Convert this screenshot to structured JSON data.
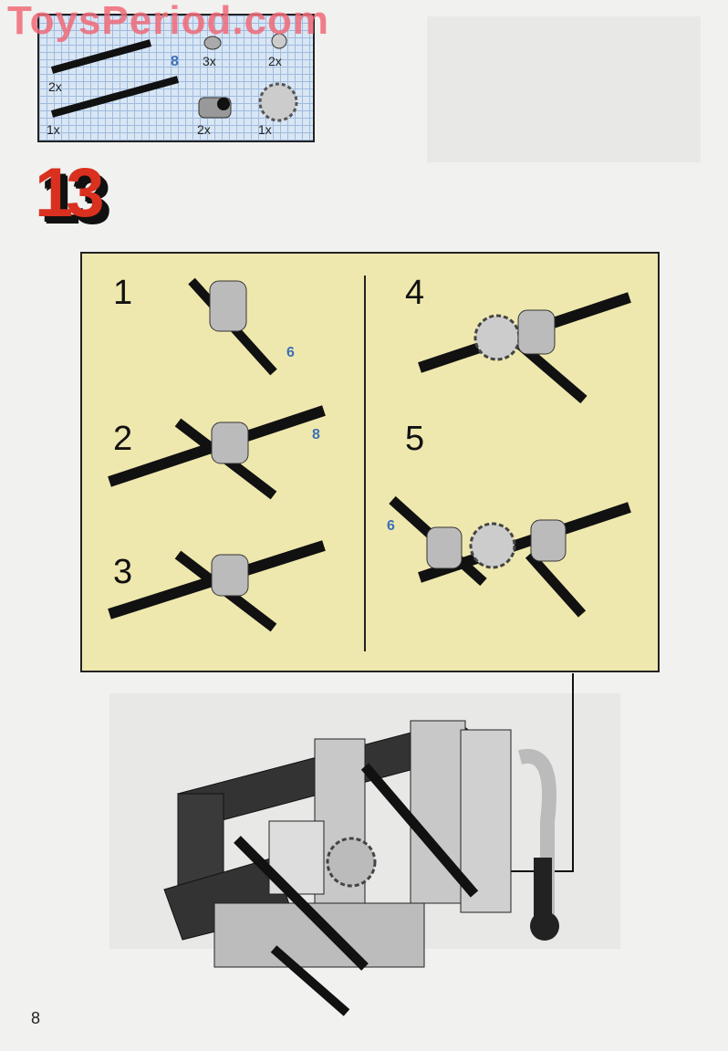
{
  "watermark": "ToysPeriod.com",
  "parts_list": {
    "axle_length_label": "8",
    "items": [
      {
        "part": "axle",
        "qty": "2x"
      },
      {
        "part": "axle-8",
        "qty": "1x"
      },
      {
        "part": "bush",
        "qty": "3x"
      },
      {
        "part": "pin-connector",
        "qty": "2x"
      },
      {
        "part": "cross-block",
        "qty": "2x"
      },
      {
        "part": "gear-16",
        "qty": "1x"
      }
    ]
  },
  "step_number": "13",
  "substeps": [
    {
      "number": "1",
      "label": "6"
    },
    {
      "number": "2",
      "label": "8"
    },
    {
      "number": "3"
    },
    {
      "number": "4"
    },
    {
      "number": "5",
      "label": "6"
    }
  ],
  "page_number": "8",
  "colors": {
    "panel": "#efe8ae",
    "step": "#d9301f",
    "label": "#3d6fb5",
    "grid": "#d9e6f3"
  }
}
